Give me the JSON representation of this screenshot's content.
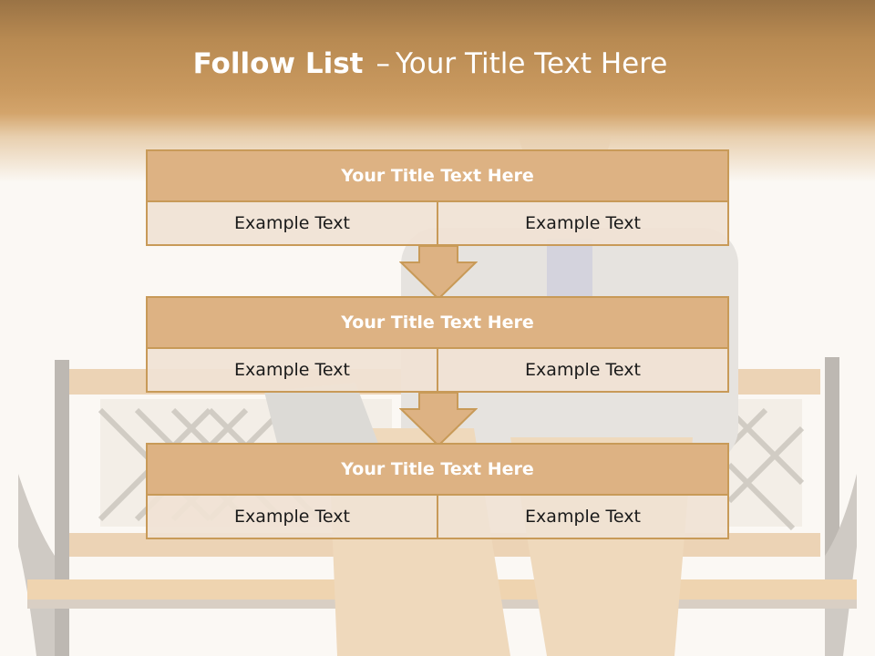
{
  "slide": {
    "title_bold": "Follow List",
    "title_separator": "–",
    "title_rest": "Your Title Text Here"
  },
  "boxes": [
    {
      "title": "Your Title Text Here",
      "left": "Example Text",
      "right": "Example Text"
    },
    {
      "title": "Your Title Text Here",
      "left": "Example Text",
      "right": "Example Text"
    },
    {
      "title": "Your Title Text Here",
      "left": "Example Text",
      "right": "Example Text"
    }
  ],
  "colors": {
    "header_band": "#c9995f",
    "box_header": "#ddb283",
    "box_border": "#c89a58",
    "box_body": "#f0e2d4",
    "arrow_fill": "#ddb283"
  }
}
